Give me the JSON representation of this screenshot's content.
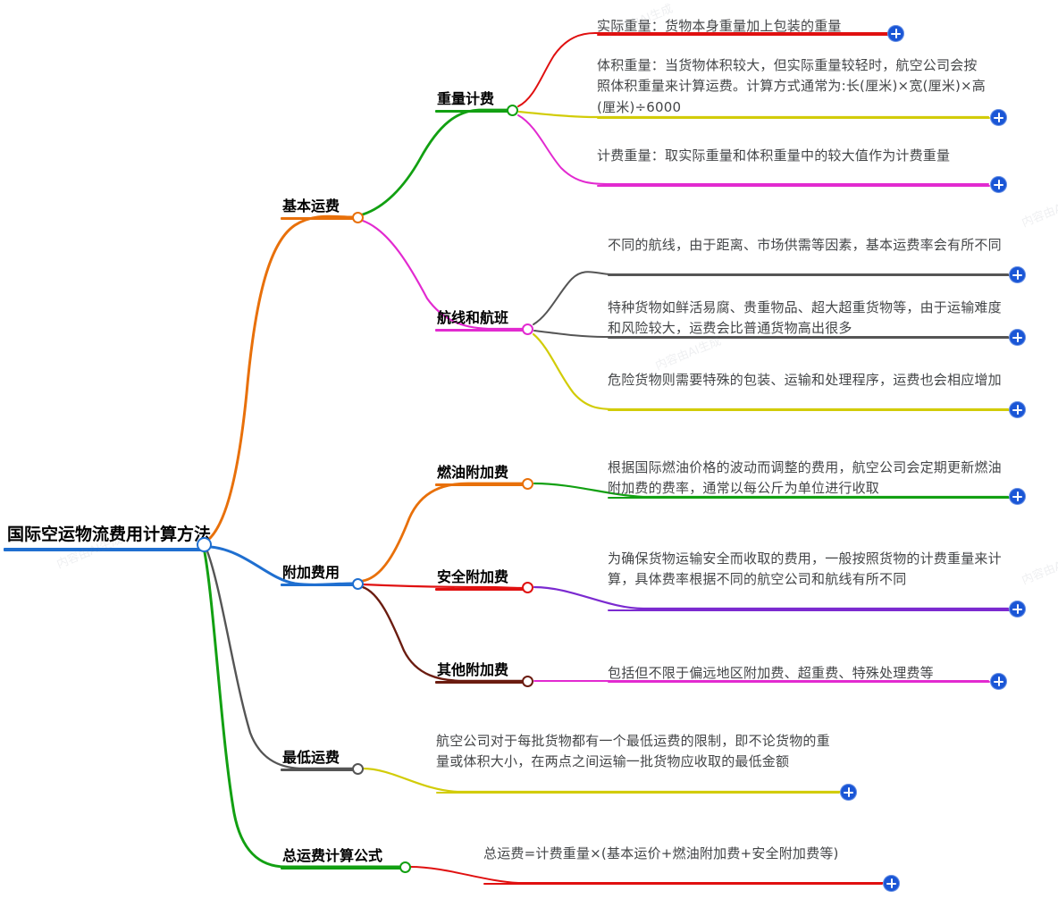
{
  "document": {
    "type": "mindmap",
    "title": "国际空运物流费用计算方法"
  },
  "root": {
    "label": "国际空运物流费用计算方法",
    "color": "#1f6fd0"
  },
  "branches": [
    {
      "label": "基本运费",
      "color": "#e8700a",
      "children": [
        {
          "label": "重量计费",
          "color": "#12a012",
          "leaves": [
            {
              "text": "实际重量：货物本身重量加上包装的重量",
              "color": "#e01010"
            },
            {
              "text": "体积重量：当货物体积较大，但实际重量较轻时，航空公司会按照体积重量来计算运费。计算方式通常为:长(厘米)×宽(厘米)×高(厘米)÷6000",
              "color": "#d2cc08"
            },
            {
              "text": "计费重量：取实际重量和体积重量中的较大值作为计费重量",
              "color": "#e22ad0"
            }
          ]
        },
        {
          "label": "航线和航班",
          "color": "#e22ad0",
          "leaves": [
            {
              "text": "不同的航线，由于距离、市场供需等因素，基本运费率会有所不同",
              "color": "#555555"
            },
            {
              "text": "特种货物如鲜活易腐、贵重物品、超大超重货物等，由于运输难度和风险较大，运费会比普通货物高出很多",
              "color": "#555555"
            },
            {
              "text": "危险货物则需要特殊的包装、运输和处理程序，运费也会相应增加",
              "color": "#d2cc08"
            }
          ]
        }
      ]
    },
    {
      "label": "附加费用",
      "color": "#1f6fd0",
      "children": [
        {
          "label": "燃油附加费",
          "color": "#e8700a",
          "leaves": [
            {
              "text": "根据国际燃油价格的波动而调整的费用，航空公司会定期更新燃油附加费的费率，通常以每公斤为单位进行收取",
              "color": "#12a012"
            }
          ]
        },
        {
          "label": "安全附加费",
          "color": "#e01010",
          "leaves": [
            {
              "text": "为确保货物运输安全而收取的费用，一般按照货物的计费重量来计算，具体费率根据不同的航空公司和航线有所不同",
              "color": "#7b2ad0"
            }
          ]
        },
        {
          "label": "其他附加费",
          "color": "#6b1c10",
          "leaves": [
            {
              "text": "包括但不限于偏远地区附加费、超重费、特殊处理费等",
              "color": "#e22ad0"
            }
          ]
        }
      ]
    },
    {
      "label": "最低运费",
      "color": "#555555",
      "children": [],
      "leaves": [
        {
          "text": "航空公司对于每批货物都有一个最低运费的限制，即不论货物的重量或体积大小，在两点之间运输一批货物应收取的最低金额",
          "color": "#d2cc08"
        }
      ]
    },
    {
      "label": "总运费计算公式",
      "color": "#12a012",
      "children": [],
      "leaves": [
        {
          "text": "总运费=计费重量×(基本运价+燃油附加费+安全附加费等)",
          "color": "#e01010"
        }
      ]
    }
  ],
  "nodes": {
    "root": "国际空运物流费用计算方法",
    "b1": "基本运费",
    "b2": "附加费用",
    "b3": "最低运费",
    "b4": "总运费计算公式",
    "c1": "重量计费",
    "c2": "航线和航班",
    "c3": "燃油附加费",
    "c4": "安全附加费",
    "c5": "其他附加费"
  },
  "leaves": {
    "l1": "实际重量：货物本身重量加上包装的重量",
    "l2": "体积重量：当货物体积较大，但实际重量较轻时，航空公司会按照体积重量来计算运费。计算方式通常为:长(厘米)×宽(厘米)×高(厘米)÷6000",
    "l3": "计费重量：取实际重量和体积重量中的较大值作为计费重量",
    "l4": "不同的航线，由于距离、市场供需等因素，基本运费率会有所不同",
    "l5": "特种货物如鲜活易腐、贵重物品、超大超重货物等，由于运输难度和风险较大，运费会比普通货物高出很多",
    "l6": "危险货物则需要特殊的包装、运输和处理程序，运费也会相应增加",
    "l7": "根据国际燃油价格的波动而调整的费用，航空公司会定期更新燃油附加费的费率，通常以每公斤为单位进行收取",
    "l8": "为确保货物运输安全而收取的费用，一般按照货物的计费重量来计算，具体费率根据不同的航空公司和航线有所不同",
    "l9": "包括但不限于偏远地区附加费、超重费、特殊处理费等",
    "l10": "航空公司对于每批货物都有一个最低运费的限制，即不论货物的重量或体积大小，在两点之间运输一批货物应收取的最低金额",
    "l11": "总运费=计费重量×(基本运价+燃油附加费+安全附加费等)"
  },
  "watermarks": {
    "w1": "内容由AI生成",
    "w2": "内容由AI生成",
    "w3": "内容由AI生成",
    "w4": "内容由AI生成"
  }
}
